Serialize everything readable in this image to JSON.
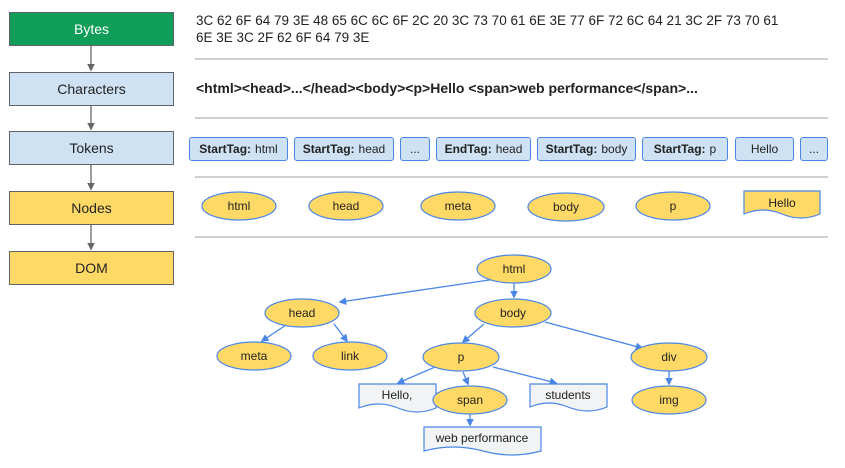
{
  "stages": [
    {
      "label": "Bytes",
      "color": "#0f9d58"
    },
    {
      "label": "Characters",
      "color": "#cfe2f3"
    },
    {
      "label": "Tokens",
      "color": "#cfe2f3"
    },
    {
      "label": "Nodes",
      "color": "#ffd966"
    },
    {
      "label": "DOM",
      "color": "#ffd966"
    }
  ],
  "bytes": {
    "line1": "3C 62 6F 64 79 3E 48 65 6C 6C 6F 2C 20 3C 73 70 61 6E 3E 77 6F 72 6C 64 21 3C 2F 73 70 61",
    "line2": "6E 3E 3C 2F 62 6F 64 79 3E"
  },
  "characters": "<html><head>...</head><body><p>Hello <span>web performance</span>...",
  "tokens": [
    {
      "kind": "StartTag:",
      "name": "html"
    },
    {
      "kind": "StartTag:",
      "name": "head"
    },
    {
      "kind": "",
      "name": "..."
    },
    {
      "kind": "EndTag:",
      "name": "head"
    },
    {
      "kind": "StartTag:",
      "name": "body"
    },
    {
      "kind": "StartTag:",
      "name": "p"
    },
    {
      "kind": "",
      "name": "Hello"
    },
    {
      "kind": "",
      "name": "..."
    }
  ],
  "nodes": [
    "html",
    "head",
    "meta",
    "body",
    "p",
    "Hello"
  ],
  "dom": {
    "html": "html",
    "head": "head",
    "body": "body",
    "meta": "meta",
    "link": "link",
    "p": "p",
    "div": "div",
    "hello": "Hello,",
    "span": "span",
    "students": "students",
    "img": "img",
    "web_performance": "web performance"
  },
  "colors": {
    "element_fill": "#ffd966",
    "element_stroke": "#4a86e8",
    "text_fill": "#f1f3f4",
    "token_fill": "#cfe2f3",
    "bytes_fill": "#0f9d58"
  }
}
